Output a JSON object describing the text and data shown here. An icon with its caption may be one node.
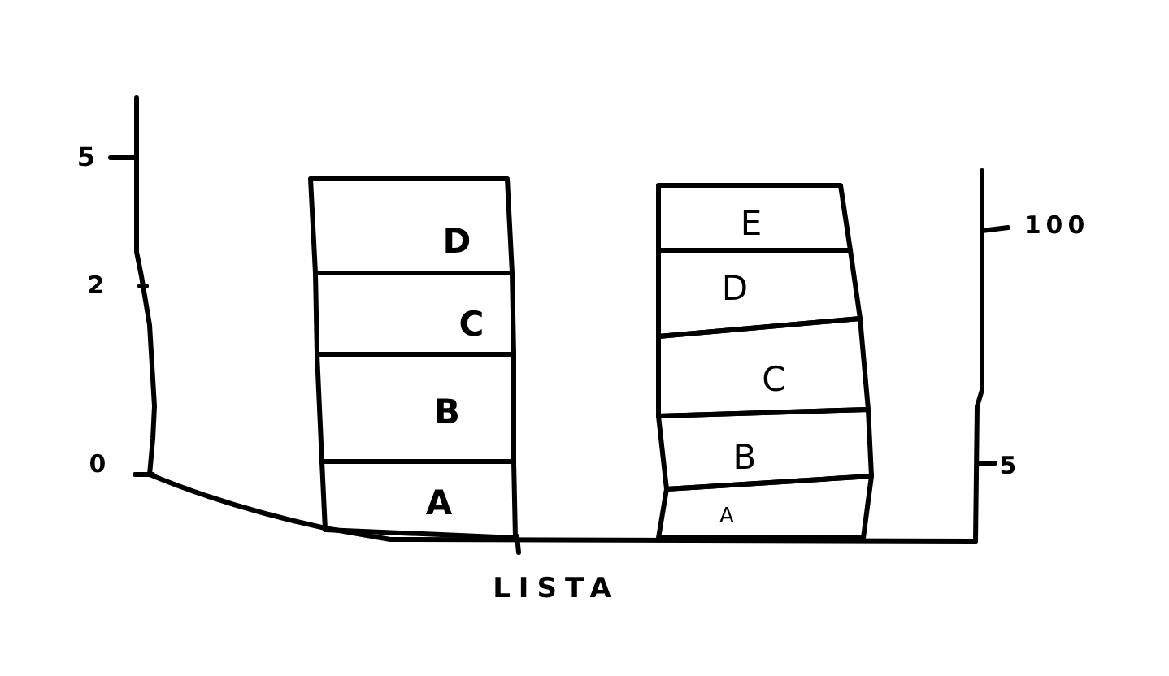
{
  "diagram": {
    "nodes": [
      {
        "text": [
          "D"
        ]
      },
      {
        "text": [
          "C"
        ]
      },
      {
        "text": [
          "B"
        ]
      },
      {
        "text": [
          "A"
        ]
      },
      {
        "text": [
          "E"
        ]
      },
      {
        "text": [
          "D"
        ]
      },
      {
        "text": [
          "C"
        ]
      },
      {
        "text": [
          "B"
        ]
      },
      {
        "text": [
          "A"
        ]
      }
    ],
    "labels": [
      "5",
      "100",
      "2",
      "0",
      "5",
      "LISTA"
    ]
  }
}
